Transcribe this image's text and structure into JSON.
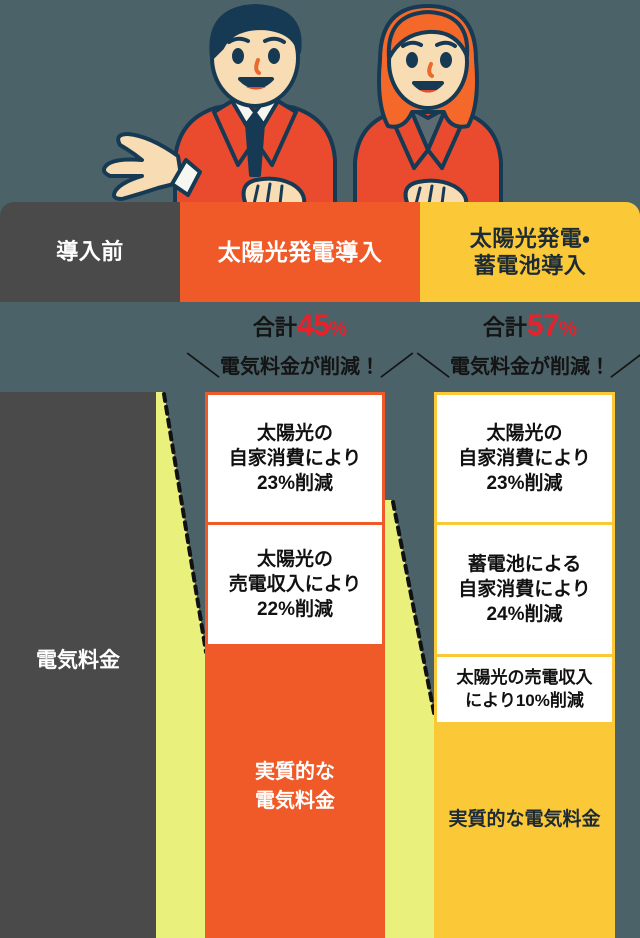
{
  "illustration": {
    "alt": "two presenters in red blazers at a desk",
    "person_left": "businessman-illustration",
    "person_right": "businesswoman-illustration"
  },
  "header": {
    "tabs": [
      {
        "label": "導入前",
        "bg": "#4a4a4a",
        "fg": "#ffffff"
      },
      {
        "label": "太陽光発電導入",
        "bg": "#ef5a28",
        "fg": "#ffffff"
      },
      {
        "label": "太陽光発電・\n蓄電池導入",
        "line1": "太陽光発電・",
        "line2": "蓄電池導入",
        "bg": "#fbc937",
        "fg": "#1d2b36"
      }
    ]
  },
  "banners": [
    {
      "prefix": "合計",
      "percent": "45",
      "percent_sign": "%",
      "subtitle": "電気料金が削減！",
      "slash_left": "＼",
      "slash_right": "／"
    },
    {
      "prefix": "合計",
      "percent": "57",
      "percent_sign": "%",
      "subtitle": "電気料金が削減！",
      "slash_left": "＼",
      "slash_right": "／"
    }
  ],
  "chart_data": {
    "type": "bar",
    "title": "太陽光発電・蓄電池導入による電気料金削減効果",
    "categories": [
      "導入前",
      "太陽光発電導入",
      "太陽光発電・蓄電池導入"
    ],
    "unit": "%",
    "ylim": [
      0,
      100
    ],
    "series": [
      {
        "name": "導入前",
        "total": 100,
        "segments": [
          {
            "label": "電気料金",
            "value": 100,
            "kind": "baseline",
            "color": "#4a4a4a"
          }
        ]
      },
      {
        "name": "太陽光発電導入",
        "total": 100,
        "reduction_total": 45,
        "segments": [
          {
            "label": "太陽光の自家消費により23%削減",
            "value": 23,
            "kind": "reduction",
            "color": "#ffffff"
          },
          {
            "label": "太陽光の売電収入により22%削減",
            "value": 22,
            "kind": "reduction",
            "color": "#ffffff"
          },
          {
            "label": "実質的な電気料金",
            "value": 55,
            "kind": "residual",
            "color": "#ef5a28"
          }
        ]
      },
      {
        "name": "太陽光発電・蓄電池導入",
        "total": 100,
        "reduction_total": 57,
        "segments": [
          {
            "label": "太陽光の自家消費により23%削減",
            "value": 23,
            "kind": "reduction",
            "color": "#ffffff"
          },
          {
            "label": "蓄電池による自家消費により24%削減",
            "value": 24,
            "kind": "reduction",
            "color": "#ffffff"
          },
          {
            "label": "太陽光の売電収入により10%削減",
            "value": 10,
            "kind": "reduction",
            "color": "#ffffff"
          },
          {
            "label": "実質的な電気料金",
            "value": 43,
            "kind": "residual",
            "color": "#fbc937"
          }
        ]
      }
    ],
    "legend": [],
    "grid": false
  },
  "chart": {
    "baseline": {
      "label": "電気料金"
    },
    "solar": {
      "box1_l1": "太陽光の",
      "box1_l2": "自家消費により",
      "box1_l3": "23%削減",
      "box2_l1": "太陽光の",
      "box2_l2": "売電収入により",
      "box2_l3": "22%削減",
      "residual_l1": "実質的な",
      "residual_l2": "電気料金"
    },
    "both": {
      "box1_l1": "太陽光の",
      "box1_l2": "自家消費により",
      "box1_l3": "23%削減",
      "box2_l1": "蓄電池による",
      "box2_l2": "自家消費により",
      "box2_l3": "24%削減",
      "box3_l1": "太陽光の売電収入",
      "box3_l2": "により10%削減",
      "residual": "実質的な電気料金"
    }
  },
  "colors": {
    "background": "#4b6269",
    "baseline_gray": "#4a4a4a",
    "wedge_yellow_green": "#eaf07c",
    "solar_orange": "#ef5a28",
    "battery_amber": "#fbc937",
    "percent_red": "#e8212a",
    "text_dark": "#141414",
    "text_light": "#ffffff"
  }
}
